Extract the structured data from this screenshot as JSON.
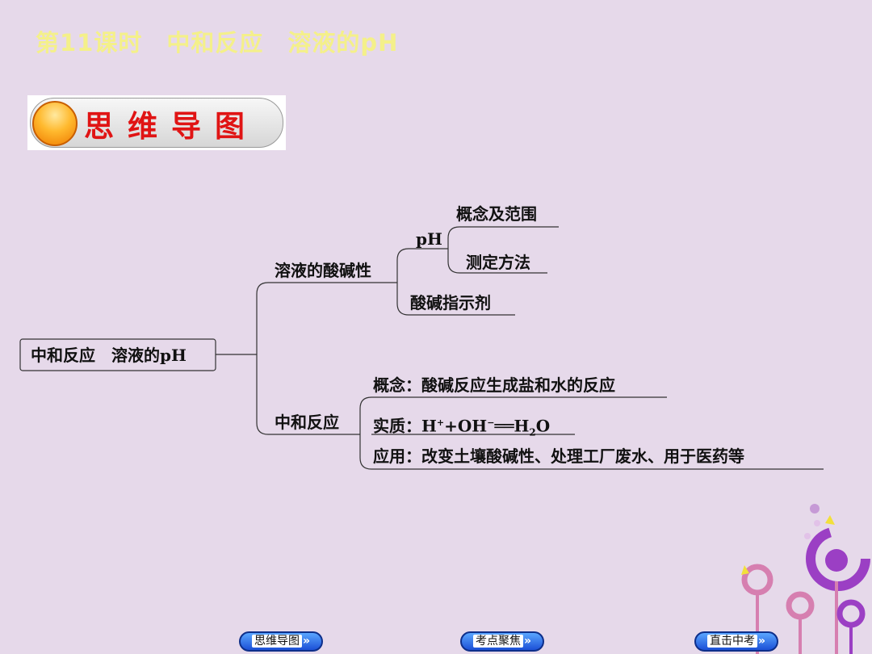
{
  "title": "第11课时　中和反应　溶液的pH",
  "section_banner": "思维导图",
  "mindmap": {
    "root": "中和反应　溶液的pH",
    "branch1": "溶液的酸碱性",
    "ph": "pH",
    "ph_concept": "概念及范围",
    "ph_method": "测定方法",
    "indicator": "酸碱指示剂",
    "branch2": "中和反应",
    "concept": "概念：酸碱反应生成盐和水的反应",
    "essence_prefix": "实质：H",
    "essence_plus_sup": "+",
    "essence_oh": "+OH",
    "essence_minus_sup": "−",
    "essence_eq": "══",
    "essence_h": "H",
    "essence_two_sub": "2",
    "essence_o": "O",
    "application": "应用：改变土壤酸碱性、处理工厂废水、用于医药等"
  },
  "nav": {
    "mindmap": "思维导图",
    "focus": "考点聚焦",
    "exam": "直击中考",
    "chevron": "»"
  },
  "colors": {
    "background": "#e6d9ea",
    "title": "#f4f08a",
    "banner_text": "#e01414",
    "deco_purple": "#9b3fc4",
    "deco_pink": "#d67fb0"
  }
}
